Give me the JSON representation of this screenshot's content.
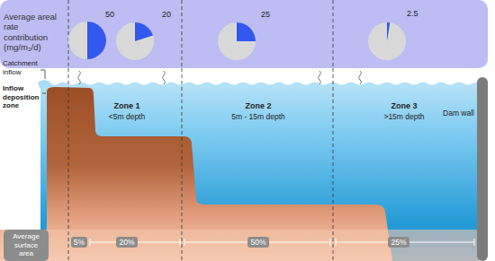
{
  "diagram": {
    "nodes": [
      {
        "text": [
          "Average areal rate contribution (mg/m₂/d)"
        ]
      },
      {
        "text": [
          "Average surface area"
        ]
      },
      {
        "text": [
          "5%"
        ]
      },
      {
        "text": [
          "20%"
        ]
      },
      {
        "text": [
          "50%"
        ]
      },
      {
        "text": [
          "25%"
        ]
      }
    ],
    "labels": [
      "50",
      "20",
      "25",
      "2.5",
      "Catchment inflow",
      "Inflow deposition zone",
      "Zone 1",
      "<5m depth",
      "Zone 2",
      "5m - 15m depth",
      "Zone 3",
      ">15m depth",
      "Dam wall"
    ]
  }
}
